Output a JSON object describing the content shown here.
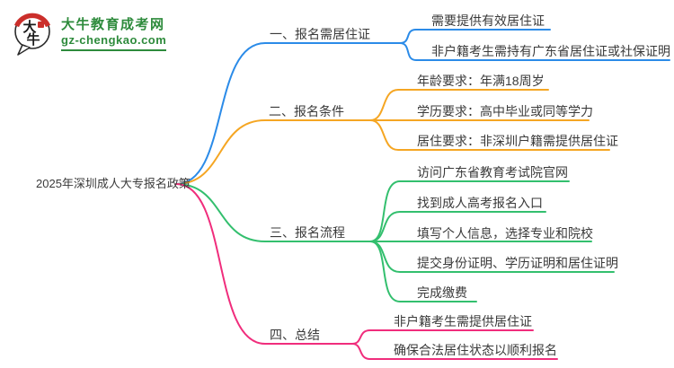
{
  "logo": {
    "title": "大牛教育成考网",
    "domain": "gz-chengkao.com",
    "icon_char_top": "大",
    "icon_char_bottom": "牛",
    "green": "#2e8b3c",
    "red": "#cb2f2b"
  },
  "mindmap": {
    "root": {
      "label": "2025年深圳成人大专报名政策"
    },
    "branches": [
      {
        "label": "一、报名需居住证",
        "color": "#2b8be8",
        "children": [
          "需要提供有效居住证",
          "非户籍考生需持有广东省居住证或社保证明"
        ]
      },
      {
        "label": "二、报名条件",
        "color": "#f5a623",
        "children": [
          "年龄要求：年满18周岁",
          "学历要求：高中毕业或同等学力",
          "居住要求：非深圳户籍需提供居住证"
        ]
      },
      {
        "label": "三、报名流程",
        "color": "#33bf6e",
        "children": [
          "访问广东省教育考试院官网",
          "找到成人高考报名入口",
          "填写个人信息，选择专业和院校",
          "提交身份证明、学历证明和居住证明",
          "完成缴费"
        ]
      },
      {
        "label": "四、总结",
        "color": "#f02d7c",
        "children": [
          "非户籍考生需提供居住证",
          "确保合法居住状态以顺利报名"
        ]
      }
    ]
  }
}
